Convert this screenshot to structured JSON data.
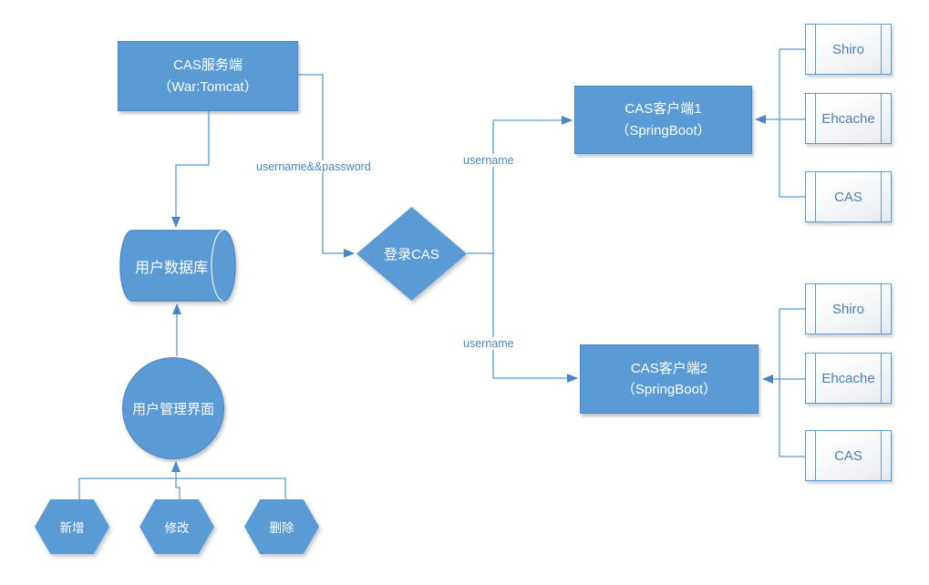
{
  "diagram": {
    "nodes": {
      "cas_server": {
        "line1": "CAS服务端",
        "line2": "（War:Tomcat）"
      },
      "user_db": {
        "label": "用户数据库"
      },
      "user_mgmt": {
        "label": "用户管理界面"
      },
      "login_cas": {
        "label": "登录CAS"
      },
      "hex_add": {
        "label": "新增"
      },
      "hex_modify": {
        "label": "修改"
      },
      "hex_delete": {
        "label": "删除"
      },
      "cas_client1": {
        "line1": "CAS客户端1",
        "line2": "（SpringBoot）"
      },
      "cas_client2": {
        "line1": "CAS客户端2",
        "line2": "（SpringBoot）"
      }
    },
    "client1_stack": [
      "Shiro",
      "Ehcache",
      "CAS"
    ],
    "client2_stack": [
      "Shiro",
      "Ehcache",
      "CAS"
    ],
    "edge_labels": {
      "username_password": "username&&password",
      "username_top": "username",
      "username_bottom": "username"
    },
    "colors": {
      "shape_fill": "#5b9bd5",
      "shape_border": "#4a86c5",
      "connector_line": "#5b9bd5",
      "label_text": "#4a86c5",
      "process_text": "#4a7ebb",
      "shape_text": "#ffffff",
      "background": "#ffffff"
    }
  }
}
